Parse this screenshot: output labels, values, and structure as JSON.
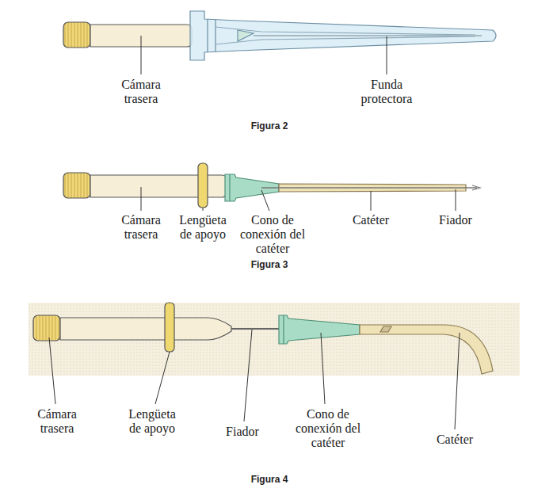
{
  "diagram": {
    "labels": [
      "Cámara trasera",
      "Funda protectora",
      "Figura 2",
      "Cámara trasera",
      "Lengüeta de apoyo",
      "Cono de conexión del catéter",
      "Catéter",
      "Fiador",
      "Figura 3",
      "Cámara trasera",
      "Lengüeta de apoyo",
      "Fiador",
      "Cono de conexión del catéter",
      "Catéter",
      "Figura 4"
    ]
  }
}
